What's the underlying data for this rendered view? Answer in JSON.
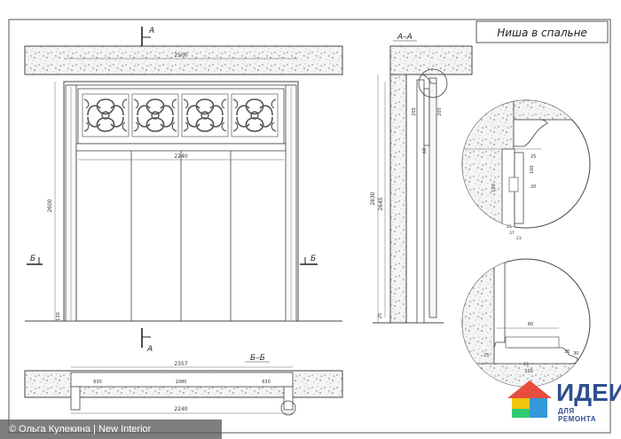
{
  "title": "Ниша в спальне",
  "section_aa": "А–А",
  "section_bb": "Б–Б",
  "cut_a": "А",
  "cut_b": "Б",
  "dim": {
    "top_width": "2500",
    "inner_width": "2240",
    "height_left": "2600",
    "bottom_left": "130",
    "aa_total": "2830",
    "aa_mid": "2645",
    "aa_upper_left": "205",
    "aa_upper_right": "205",
    "aa_small": "60",
    "aa_low": "25",
    "plan_top": "2357",
    "plan_left": "630",
    "plan_mid": "1080",
    "plan_right": "630",
    "plan_bottom": "2240",
    "d1_a": "25",
    "d1_b": "100",
    "d1_c": "190",
    "d1_d": "20",
    "d1_e": "25",
    "d1_f": "37",
    "d1_g": "23",
    "d2_a": "60",
    "d2_b": "25",
    "d2_c": "100",
    "d2_d": "35",
    "d2_e": "30",
    "d2_f": "23"
  },
  "credit": "© Ольга Кулекина  |  New Interior",
  "logo": {
    "word": "ИДЕИ",
    "sub": "ДЛЯ РЕМОНТА",
    "colors": [
      "#e74c3c",
      "#f1c40f",
      "#2ecc71",
      "#3498db"
    ]
  }
}
